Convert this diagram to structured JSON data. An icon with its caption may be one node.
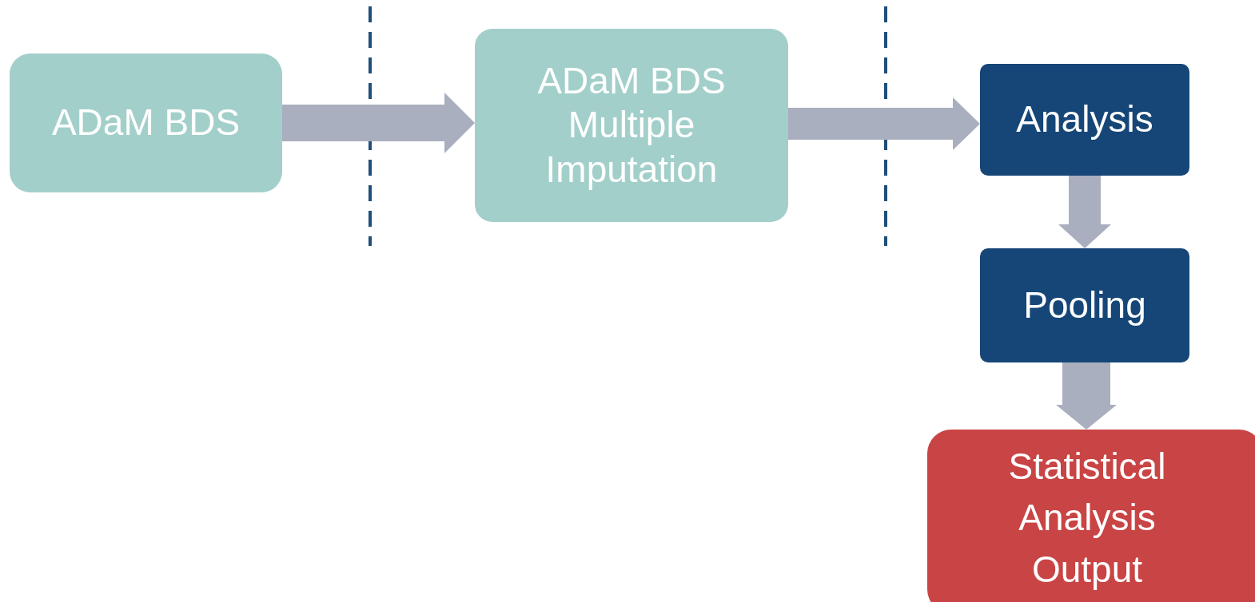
{
  "diagram": {
    "nodes": [
      {
        "text": [
          "ADaM BDS"
        ]
      },
      {
        "text": [
          "ADaM BDS Multiple Imputation"
        ]
      },
      {
        "text": [
          "Analysis"
        ]
      },
      {
        "text": [
          "Pooling"
        ]
      },
      {
        "text": [
          "Statistical Analysis Output"
        ]
      }
    ],
    "edges": [
      {
        "from": 0,
        "to": 1,
        "arrow": "to"
      },
      {
        "from": 1,
        "to": 2,
        "arrow": "to"
      },
      {
        "from": 2,
        "to": 3,
        "arrow": "to"
      },
      {
        "from": 3,
        "to": 4,
        "arrow": "to"
      }
    ]
  }
}
